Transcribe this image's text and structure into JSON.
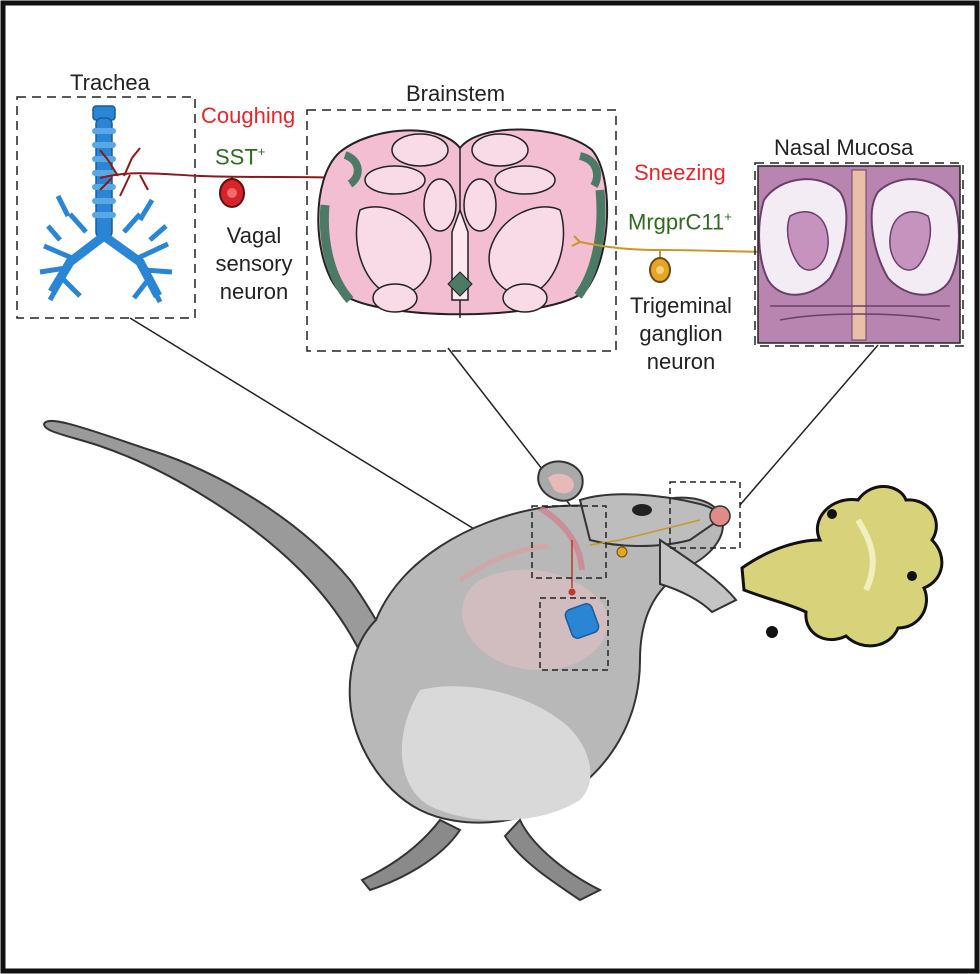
{
  "labels": {
    "trachea": "Trachea",
    "brainstem": "Brainstem",
    "nasal_mucosa": "Nasal Mucosa",
    "coughing": "Coughing",
    "sst": "SST",
    "sst_sup": "+",
    "vagal": [
      "Vagal",
      "sensory",
      "neuron"
    ],
    "sneezing": "Sneezing",
    "mrgprc11": "MrgprC11",
    "mrgprc11_sup": "+",
    "trigeminal": [
      "Trigeminal",
      "ganglion",
      "neuron"
    ]
  },
  "colors": {
    "behavior_red": "#e8252b",
    "marker_green": "#2f6b1f",
    "trachea_blue": "#2a86d4",
    "vagal_fiber": "#8b1a1a",
    "trigeminal_fiber": "#c8962a",
    "brainstem_pink": "#f2b9cf",
    "nasal_purple": "#b07aa8",
    "mouse_gray": "#a9a9a9",
    "sneeze_yellow": "#d8d27a"
  },
  "icons": [
    "trachea-icon",
    "brainstem-section-icon",
    "nasal-mucosa-section-icon",
    "vagal-neuron-icon",
    "trigeminal-neuron-icon",
    "mouse-icon",
    "sneeze-cloud-icon"
  ]
}
